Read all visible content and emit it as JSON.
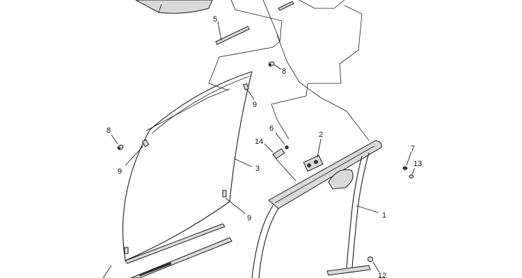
{
  "diagram": {
    "callouts": {
      "c1": "1",
      "c2": "2",
      "c3": "3",
      "c5": "5",
      "c6": "6",
      "c7": "7",
      "c8a": "8",
      "c8b": "8",
      "c9a": "9",
      "c9b": "9",
      "c9c": "9",
      "c12": "12",
      "c13": "13",
      "c14": "14"
    }
  }
}
